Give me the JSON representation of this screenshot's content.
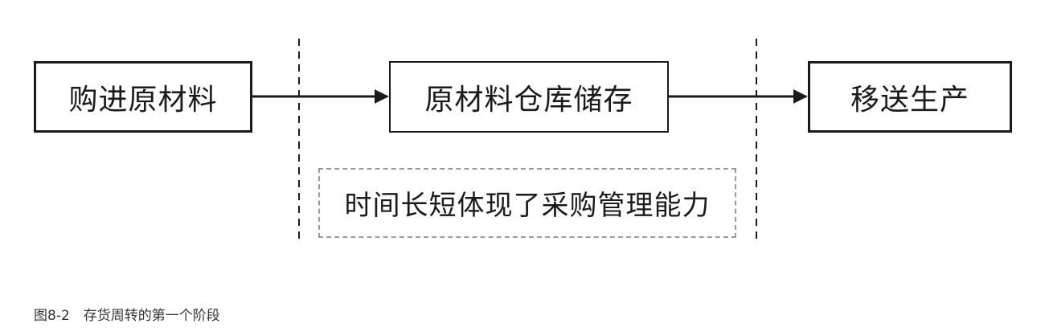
{
  "diagram": {
    "nodes": {
      "purchase": "购进原材料",
      "storage": "原材料仓库储存",
      "production": "移送生产"
    },
    "note": "时间长短体现了采购管理能力"
  },
  "caption": "图8-2　存货周转的第一个阶段"
}
